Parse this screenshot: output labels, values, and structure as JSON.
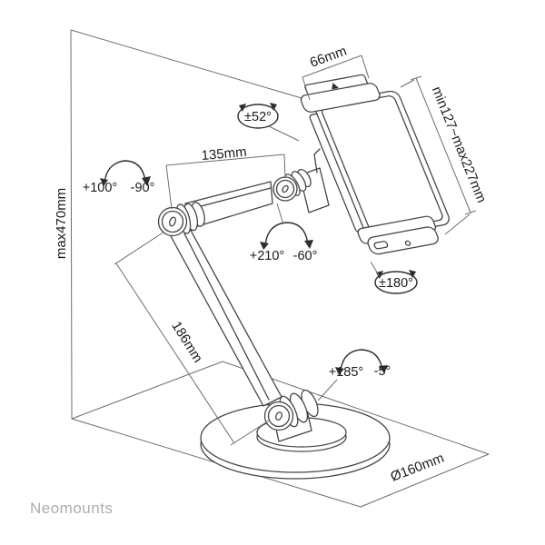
{
  "brand": "Neomounts",
  "colors": {
    "background": "#ffffff",
    "drawing_line": "#454545",
    "perspective_line": "#6e6e6e",
    "dimension_line": "#6e6e6e",
    "label_text": "#1c1c1c",
    "brand_text": "#adadad"
  },
  "labels": {
    "max_height": "max470mm",
    "clamp_width": "66mm",
    "upper_arm_length": "135mm",
    "device_range": "min127~max227mm",
    "lower_arm_length": "186mm",
    "base_diameter": "Ø160mm",
    "elbow_angle_pos": "+100°",
    "elbow_angle_neg": "-90°",
    "holder_pivot": "±52°",
    "head_angle_pos": "+210°",
    "head_angle_neg": "-60°",
    "holder_rotation": "±180°",
    "base_angle_pos": "+185°",
    "base_angle_neg": "-5°"
  }
}
